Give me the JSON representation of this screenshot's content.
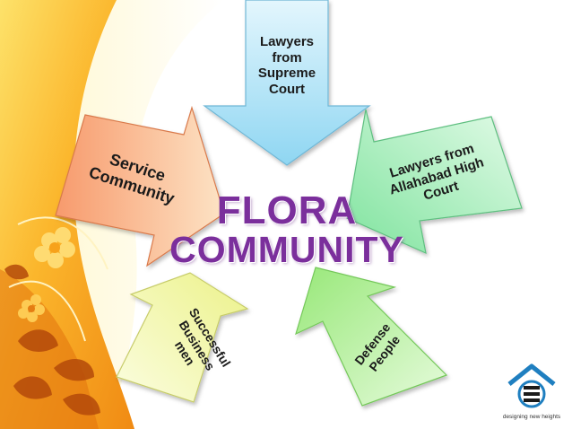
{
  "title": {
    "line1": "FLORA",
    "line2": "COMMUNITY"
  },
  "arrows": [
    {
      "id": "supreme",
      "lines": [
        "Lawyers",
        "from",
        "Supreme",
        "Court"
      ]
    },
    {
      "id": "service",
      "lines": [
        "Service",
        "Community"
      ]
    },
    {
      "id": "allahabad",
      "lines": [
        "Lawyers from",
        "Allahabad High",
        "Court"
      ]
    },
    {
      "id": "business",
      "lines": [
        "Successful",
        "Business",
        "men"
      ]
    },
    {
      "id": "defense",
      "lines": [
        "Defense",
        "People"
      ]
    }
  ],
  "logo": {
    "caption": "designing new heights"
  },
  "colors": {
    "title": "#7b2f9c",
    "supreme": "#a9e1f7",
    "service": "#f6b28b",
    "allahabad": "#9be8b4",
    "business": "#f2f5a0",
    "defense": "#b5ef9c",
    "background_accent": "#f7a21b"
  }
}
